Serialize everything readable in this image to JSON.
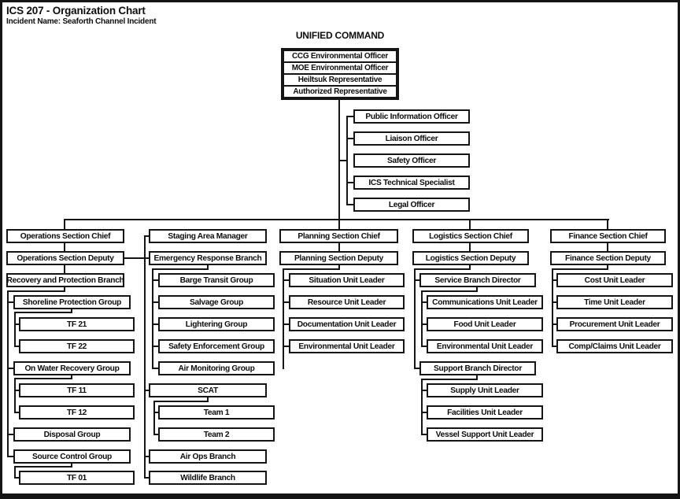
{
  "page": {
    "title": "ICS 207 - Organization Chart",
    "subtitle": "Incident Name: Seaforth Channel Incident"
  },
  "colors": {
    "line": "#151515",
    "background": "#ffffff",
    "text": "#0d0d0d"
  },
  "unified_command": {
    "heading": "UNIFIED COMMAND",
    "members": [
      "CCG Environmental Officer",
      "MOE Environmental Officer",
      "Heiltsuk Representative",
      "Authorized Representative"
    ]
  },
  "command_staff": {
    "items": [
      "Public Information Officer",
      "Liaison Officer",
      "Safety Officer",
      "ICS Technical Specialist",
      "Legal Officer"
    ]
  },
  "operations": {
    "chief": "Operations Section Chief",
    "deputy": "Operations Section Deputy",
    "branch": "Recovery and Protection Branch",
    "shoreline_group": "Shoreline Protection Group",
    "tf_21": "TF 21",
    "tf_22": "TF 22",
    "on_water_group": "On Water Recovery Group",
    "tf_11": "TF 11",
    "tf_12": "TF 12",
    "disposal_group": "Disposal Group",
    "source_control_group": "Source Control Group",
    "tf_01": "TF 01"
  },
  "staging": {
    "manager": "Staging Area Manager",
    "branch": "Emergency Response Branch",
    "groups": [
      "Barge Transit Group",
      "Salvage Group",
      "Lightering Group",
      "Safety Enforcement Group",
      "Air Monitoring Group"
    ],
    "scat": "SCAT",
    "teams": [
      "Team 1",
      "Team 2"
    ],
    "air_ops_branch": "Air Ops Branch",
    "wildlife_branch": "Wildlife Branch"
  },
  "planning": {
    "chief": "Planning Section Chief",
    "deputy": "Planning Section Deputy",
    "units": [
      "Situation Unit Leader",
      "Resource Unit Leader",
      "Documentation Unit Leader",
      "Environmental Unit Leader"
    ]
  },
  "logistics": {
    "chief": "Logistics Section Chief",
    "deputy": "Logistics Section Deputy",
    "service_branch": "Service Branch Director",
    "service_units": [
      "Communications Unit Leader",
      "Food Unit Leader",
      "Environmental Unit Leader"
    ],
    "support_branch": "Support Branch Director",
    "support_units": [
      "Supply Unit Leader",
      "Facilities Unit Leader",
      "Vessel Support Unit Leader"
    ]
  },
  "finance": {
    "chief": "Finance Section Chief",
    "deputy": "Finance Section Deputy",
    "units": [
      "Cost Unit Leader",
      "Time Unit Leader",
      "Procurement Unit Leader",
      "Comp/Claims Unit Leader"
    ]
  }
}
